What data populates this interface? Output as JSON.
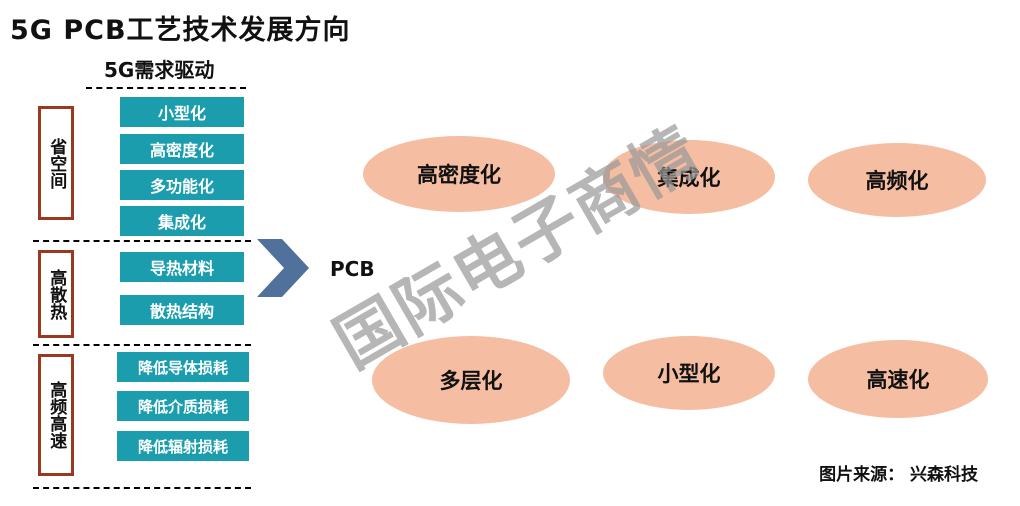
{
  "title": "5G PCB工艺技术发展方向",
  "driver": {
    "heading": "5G需求驱动",
    "categories": [
      {
        "label": "省空间",
        "items": [
          "小型化",
          "高密度化",
          "多功能化",
          "集成化"
        ]
      },
      {
        "label": "高散热",
        "items": [
          "导热材料",
          "散热结构"
        ]
      },
      {
        "label": "高频高速",
        "items": [
          "降低导体损耗",
          "降低介质损耗",
          "降低辐射损耗"
        ]
      }
    ]
  },
  "arrow_label": "PCB",
  "results": {
    "row1": [
      "高密度化",
      "集成化",
      "高频化"
    ],
    "row2": [
      "多层化",
      "小型化",
      "高速化"
    ]
  },
  "watermark": "国际电子商情",
  "source": "图片来源： 兴森科技",
  "colors": {
    "teal": "#1B9DAD",
    "maroon": "#993A20",
    "peach": "#F5BDA1",
    "arrow": "#50719B",
    "watermark": "#9A9A9A"
  }
}
